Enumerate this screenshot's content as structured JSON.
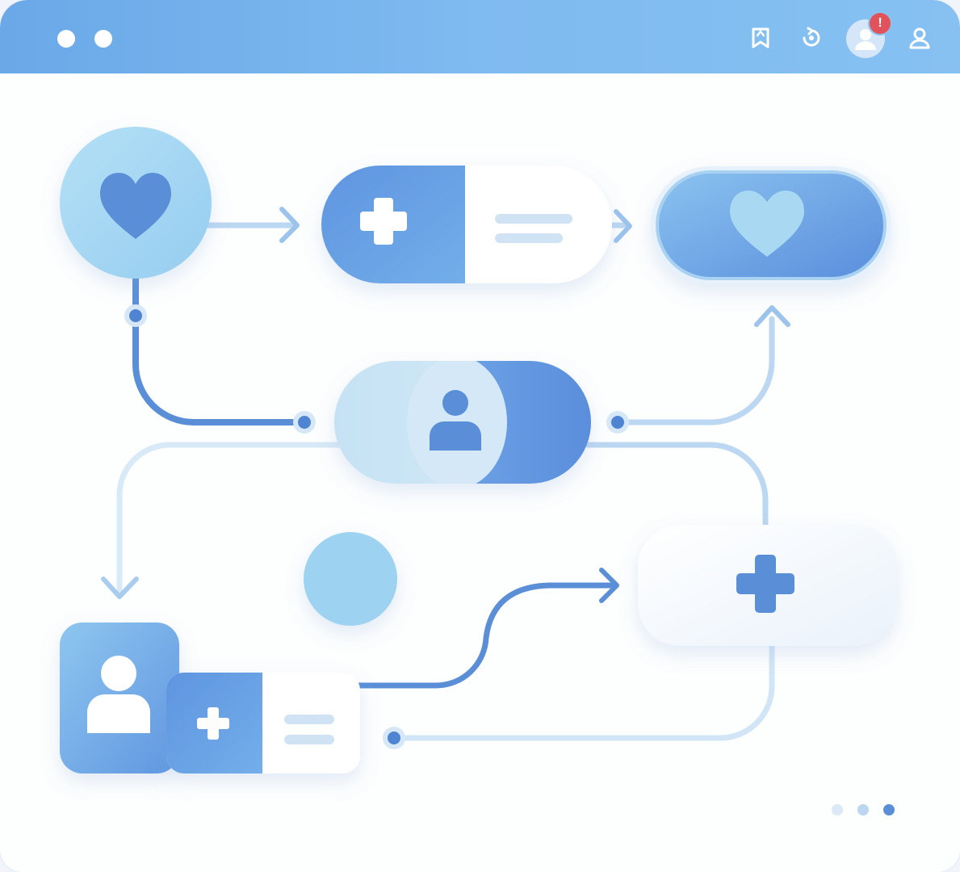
{
  "titlebar": {
    "window_controls": [
      "dot",
      "dot"
    ],
    "icons": [
      "bookmark-icon",
      "refresh-icon",
      "avatar-icon",
      "user-outline-icon"
    ],
    "notification_badge": "!"
  },
  "diagram": {
    "nodes": [
      {
        "id": "heart-circle",
        "icon": "heart-icon"
      },
      {
        "id": "medical-record-card",
        "icon": "plus-icon"
      },
      {
        "id": "heart-pill",
        "icon": "heart-icon"
      },
      {
        "id": "patient-toggle",
        "icon": "user-icon"
      },
      {
        "id": "plus-card",
        "icon": "plus-icon"
      },
      {
        "id": "plain-circle"
      },
      {
        "id": "patient-card",
        "icon": "user-icon"
      },
      {
        "id": "bottom-record-card",
        "icon": "plus-icon"
      }
    ]
  },
  "pagination": {
    "count": 3,
    "active": 3
  },
  "colors": {
    "primary": "#5b8fde",
    "light": "#a9d8f3",
    "line_dark": "#5a8fd8",
    "line_light": "#cfe2f5",
    "badge": "#e2525a"
  }
}
